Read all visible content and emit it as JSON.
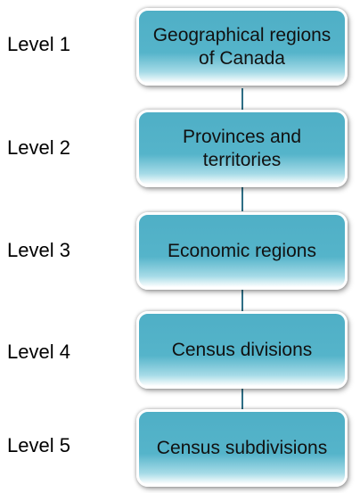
{
  "levels": [
    {
      "label": "Level 1",
      "box_text": "Geographical regions of Canada"
    },
    {
      "label": "Level 2",
      "box_text": "Provinces and territories"
    },
    {
      "label": "Level 3",
      "box_text": "Economic regions"
    },
    {
      "label": "Level 4",
      "box_text": "Census divisions"
    },
    {
      "label": "Level 5",
      "box_text": "Census subdivisions"
    }
  ],
  "colors": {
    "box_fill": "#4fafc6",
    "connector": "#2f6f86"
  }
}
